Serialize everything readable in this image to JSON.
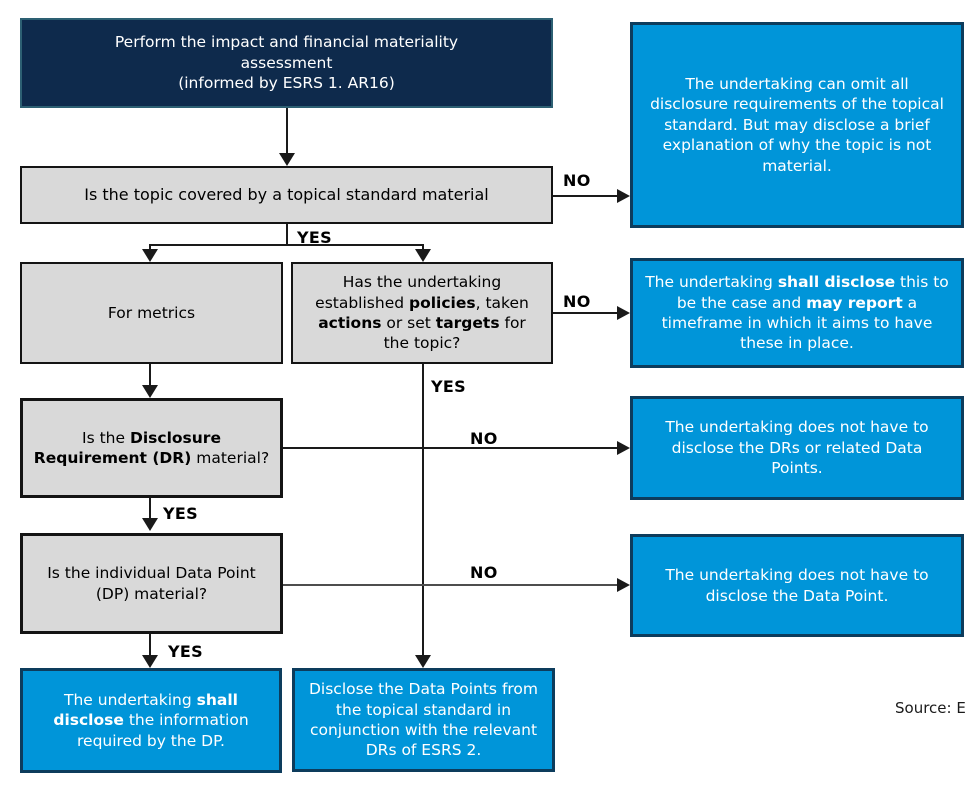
{
  "labels": {
    "yes": "YES",
    "no": "NO"
  },
  "source_note": "Source: E",
  "colors": {
    "navy_fill": "#0e2a4c",
    "navy_border": "#2d6073",
    "gray_fill": "#d9d9d9",
    "gray_border": "#141414",
    "blue_fill": "#0095d9",
    "blue_border": "#0d3c5c",
    "connector": "#1a1a1a"
  },
  "nodes": {
    "start": {
      "line1": "Perform the impact and financial materiality assessment",
      "line2": "(informed by ESRS 1. AR16)"
    },
    "topic_material": {
      "text": "Is the topic covered by a topical standard material"
    },
    "omit_all": {
      "text": "The undertaking can omit all disclosure requirements of the topical standard. But may disclose a brief explanation of why the topic is not material."
    },
    "for_metrics": {
      "text": "For metrics"
    },
    "policies_question": {
      "rich": [
        {
          "t": "Has the undertaking established "
        },
        {
          "t": "policies",
          "b": true
        },
        {
          "t": ", taken "
        },
        {
          "t": "actions",
          "b": true
        },
        {
          "t": " or set "
        },
        {
          "t": "targets",
          "b": true
        },
        {
          "t": " for the topic?"
        }
      ]
    },
    "shall_disclose_case": {
      "rich": [
        {
          "t": "The undertaking "
        },
        {
          "t": "shall disclose",
          "b": true
        },
        {
          "t": " this to be the case and "
        },
        {
          "t": "may report",
          "b": true
        },
        {
          "t": " a timeframe in which it aims to have these in place."
        }
      ]
    },
    "dr_material": {
      "rich": [
        {
          "t": "Is the "
        },
        {
          "t": "Disclosure Requirement (DR)",
          "b": true
        },
        {
          "t": " material?"
        }
      ]
    },
    "no_dr_disclosure": {
      "text": "The undertaking does not have to disclose the DRs or related Data Points."
    },
    "dp_material": {
      "text": "Is the individual Data Point (DP) material?"
    },
    "no_dp_disclosure": {
      "text": "The undertaking does not have to disclose the Data Point."
    },
    "shall_disclose_dp": {
      "rich": [
        {
          "t": "The undertaking "
        },
        {
          "t": "shall disclose",
          "b": true
        },
        {
          "t": " the information required by the DP."
        }
      ]
    },
    "disclose_esrs2": {
      "text": "Disclose the Data Points from the topical standard in conjunction with the relevant DRs of ESRS 2."
    }
  }
}
